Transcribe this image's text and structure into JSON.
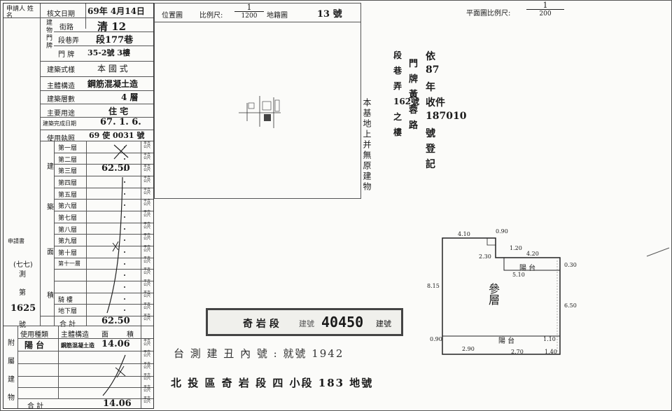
{
  "applicant": {
    "heading": "申請人 姓 名",
    "approval_date_label": "核文日期",
    "approval_date_value": "69年 4月14日",
    "building_door_label": "建物門牌",
    "street_label": "街路",
    "street_value": "清 12",
    "section_label": "段巷弄",
    "section_value": "段177巷",
    "door_label": "門 牌",
    "door_value": "35-2號 3樓",
    "style_label": "建築式樣",
    "style_value": "本 國 式",
    "structure_label": "主體構造",
    "structure_value": "鋼筋混凝土造",
    "floors_label": "建築層數",
    "floors_value": "4 層",
    "use_label": "主要用途",
    "use_value": "住 宅",
    "completion_label": "建築完成日期",
    "completion_value": "67. 1. 6.",
    "permit_label": "使用執照",
    "permit_value": "69 使 0031 號",
    "area_side_labels": [
      "建",
      "築",
      "面",
      "積"
    ],
    "floor_rows": [
      "第一層",
      "第二層",
      "第三層",
      "第四層",
      "第五層",
      "第六層",
      "第七層",
      "第八層",
      "第九層",
      "第十層",
      "第十一層",
      "",
      "",
      "騎 樓",
      "地下層"
    ],
    "third_floor_area": "62.50",
    "total_label": "合 計",
    "total_value": "62.50",
    "unit_label": "平方公尺",
    "app_number_label": "申請書",
    "app_number_year": "(七七)",
    "app_number_char": "測",
    "app_number_di": "第",
    "app_number_value": "1625",
    "app_number_hao": "號",
    "attached_label": [
      "附",
      "屬",
      "建",
      "物"
    ],
    "attached_header": [
      "使用種類",
      "主體構造",
      "面",
      "積"
    ],
    "attached_use": "陽 台",
    "attached_structure": "鋼筋混凝土造",
    "attached_area": "14.06",
    "attached_total_label": "合 計",
    "attached_total_value": "14.06"
  },
  "location_map": {
    "title": "位置圖",
    "scale_label": "比例尺:",
    "scale_num": "1",
    "scale_den": "1200",
    "cadastral_label": "地籍圖",
    "cadastral_value": "13 號"
  },
  "vertical_note": "本基地上并無原建物",
  "registration_note": {
    "col1": [
      "段",
      "巷",
      "弄",
      "162號",
      "之",
      "樓"
    ],
    "col2": [
      "門",
      "牌",
      "黃",
      "蓉",
      "路"
    ],
    "col3": [
      "依",
      "87",
      "年",
      "收件",
      "187010",
      "號",
      "登",
      "記"
    ]
  },
  "floor_plan": {
    "scale_label": "平面圖比例尺:",
    "scale_num": "1",
    "scale_den": "200",
    "room_label": "參層",
    "balcony_label": "陽 台",
    "bottom_balcony_label": "陽 台",
    "dims": [
      "4.10",
      "0.90",
      "1.20",
      "4.20",
      "2.30",
      "0.30",
      "5.10",
      "8.15",
      "6.50",
      "0.90",
      "2.90",
      "2.70",
      "1.40",
      "1.10"
    ]
  },
  "stamp": {
    "left": "奇 岩 段",
    "mid_label": "建號",
    "number": "40450",
    "suffix": "建號"
  },
  "footer_lines": {
    "line1": "台 測 建 丑 內 號 : 就號 1942",
    "line2": "北 投 區 奇 岩 段 四 小段 183 地號"
  }
}
